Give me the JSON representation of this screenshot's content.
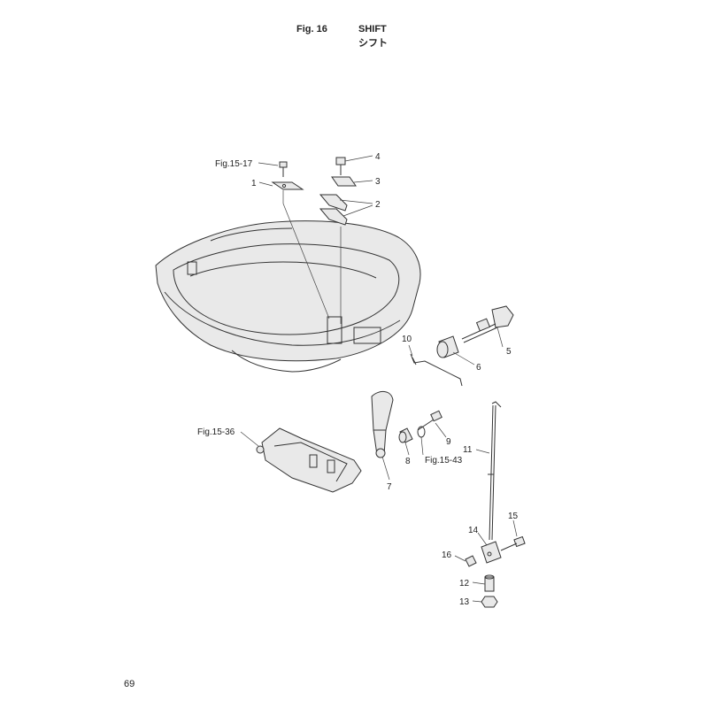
{
  "header": {
    "figure_label": "Fig. 16",
    "title_en": "SHIFT",
    "title_jp": "シフト"
  },
  "callouts": [
    {
      "id": "fig15-17",
      "text": "Fig.15-17"
    },
    {
      "id": "1",
      "text": "1"
    },
    {
      "id": "2",
      "text": "2"
    },
    {
      "id": "3",
      "text": "3"
    },
    {
      "id": "4",
      "text": "4"
    },
    {
      "id": "5",
      "text": "5"
    },
    {
      "id": "6",
      "text": "6"
    },
    {
      "id": "7",
      "text": "7"
    },
    {
      "id": "8",
      "text": "8"
    },
    {
      "id": "9",
      "text": "9"
    },
    {
      "id": "10",
      "text": "10"
    },
    {
      "id": "11",
      "text": "11"
    },
    {
      "id": "12",
      "text": "12"
    },
    {
      "id": "13",
      "text": "13"
    },
    {
      "id": "14",
      "text": "14"
    },
    {
      "id": "15",
      "text": "15"
    },
    {
      "id": "16",
      "text": "16"
    },
    {
      "id": "fig15-36",
      "text": "Fig.15-36"
    },
    {
      "id": "fig15-43",
      "text": "Fig.15-43"
    }
  ],
  "page_number": "69"
}
